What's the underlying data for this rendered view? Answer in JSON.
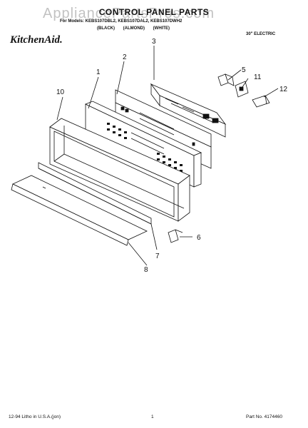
{
  "watermark": "AppliancePartsPros.com",
  "title": "CONTROL PANEL PARTS",
  "models_line": "For Models: KEBS107DBL2, KEBS107DAL2, KEBS107DWH2",
  "colors_line": "(BLACK) (ALMOND) (WHITE)",
  "brand": "KitchenAid.",
  "spec": "30\" ELECTRIC",
  "callouts": {
    "c1": "1",
    "c2": "2",
    "c3": "3",
    "c5": "5",
    "c6": "6",
    "c7": "7",
    "c8": "8",
    "c10": "10",
    "c11": "11",
    "c12": "12"
  },
  "footer": {
    "litho": "12-94 Litho in U.S.A.(jon)",
    "page": "1",
    "part_no": "Part No. 4174460"
  }
}
